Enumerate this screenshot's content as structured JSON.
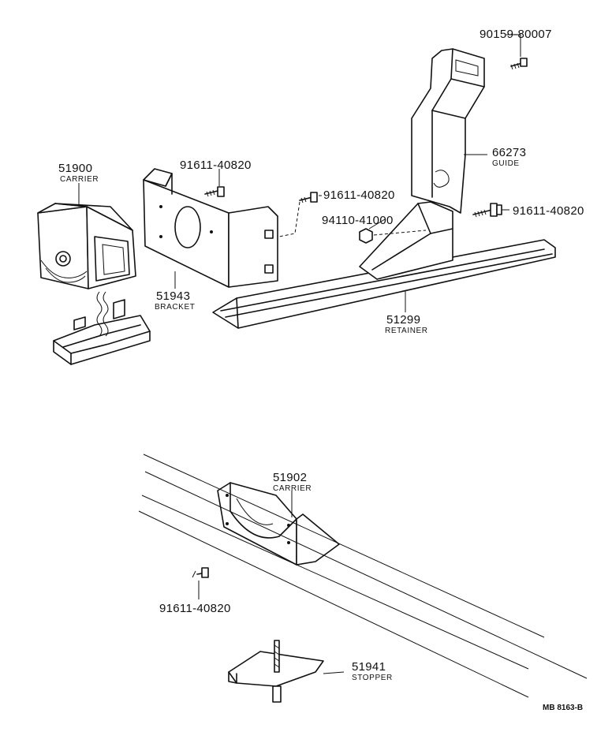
{
  "parts": [
    {
      "id": "carrier-51900",
      "number": "51900",
      "name": "CARRIER"
    },
    {
      "id": "bracket-51943",
      "number": "51943",
      "name": "BRACKET"
    },
    {
      "id": "guide-66273",
      "number": "66273",
      "name": "GUIDE"
    },
    {
      "id": "retainer-51299",
      "number": "51299",
      "name": "RETAINER"
    },
    {
      "id": "carrier-51902",
      "number": "51902",
      "name": "CARRIER"
    },
    {
      "id": "stopper-51941",
      "number": "51941",
      "name": "STOPPER"
    }
  ],
  "fasteners": [
    {
      "id": "bolt-90159",
      "number": "90159-80007"
    },
    {
      "id": "bolt-a",
      "number": "91611-40820"
    },
    {
      "id": "bolt-b",
      "number": "91611-40820"
    },
    {
      "id": "bolt-c",
      "number": "91611-40820"
    },
    {
      "id": "bolt-d",
      "number": "91611-40820"
    },
    {
      "id": "nut-94110",
      "number": "94110-41000"
    }
  ],
  "code": "MB 8163-B"
}
